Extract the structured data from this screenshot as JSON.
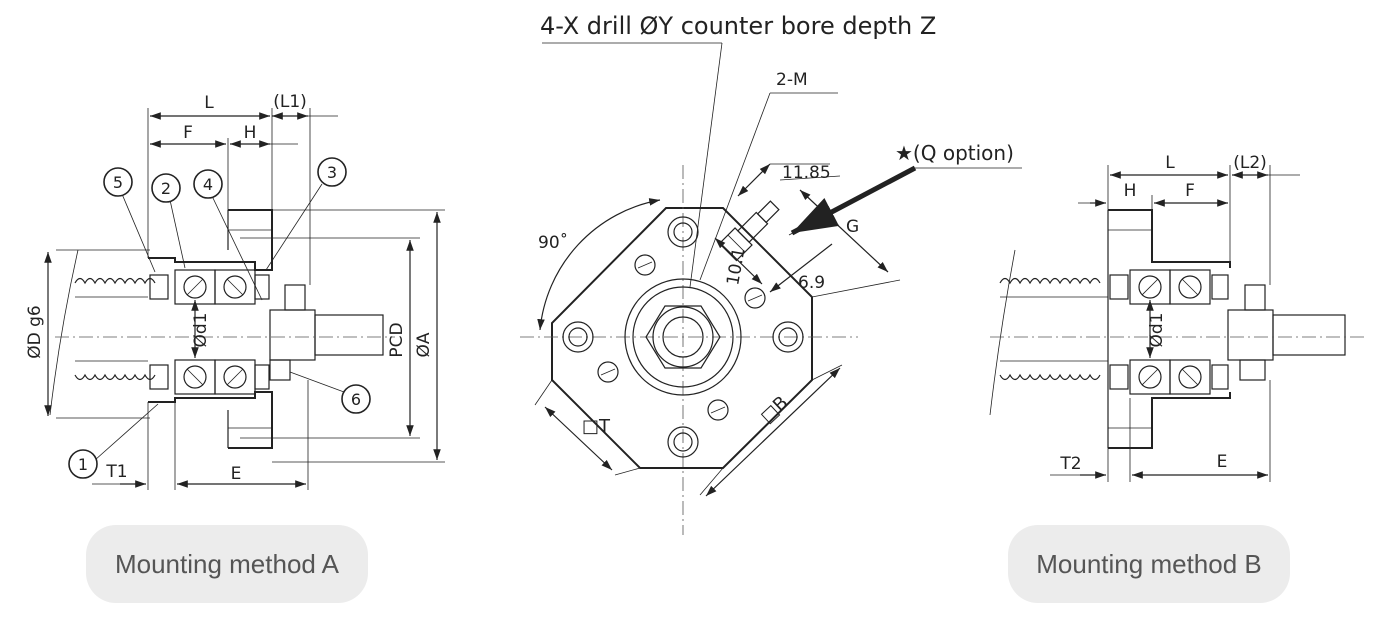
{
  "caption_a": "Mounting method A",
  "caption_b": "Mounting method B",
  "center": {
    "title": "4-X drill ØY counter bore depth Z",
    "m": "2-M",
    "q": "★(Q option)",
    "d1185": "11.85",
    "g": "G",
    "d101": "10.1",
    "d69": "6.9",
    "deg": "90˚",
    "t": "□T",
    "b": "□B"
  },
  "left": {
    "L": "L",
    "L1": "(L1)",
    "F": "F",
    "H": "H",
    "n1": "1",
    "n2": "2",
    "n3": "3",
    "n4": "4",
    "n5": "5",
    "n6": "6",
    "dD": "ØD g6",
    "dd1": "Ød1",
    "pcd": "PCD",
    "dA": "ØA",
    "T1": "T1",
    "E": "E"
  },
  "right": {
    "L": "L",
    "L2": "(L2)",
    "H": "H",
    "F": "F",
    "dd1": "Ød1",
    "T2": "T2",
    "E": "E"
  }
}
